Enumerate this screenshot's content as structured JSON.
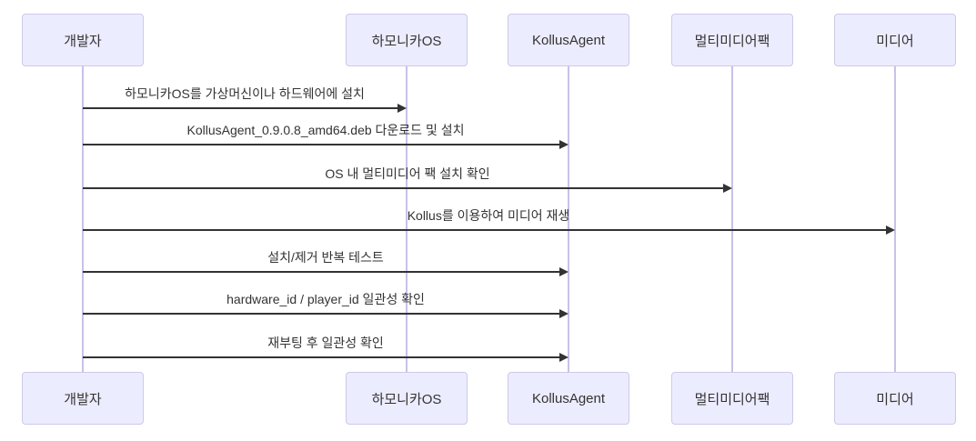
{
  "diagram": {
    "type": "sequence-diagram",
    "background": "#FFFFFF",
    "colors": {
      "actor_fill": "#ECECFF",
      "actor_border": "#CDC9E8",
      "lifeline": "#C8C2E8",
      "arrow": "#333333",
      "text": "#333333"
    },
    "actors": [
      {
        "label": "개발자"
      },
      {
        "label": "하모니카OS"
      },
      {
        "label": "KollusAgent"
      },
      {
        "label": "멀티미디어팩"
      },
      {
        "label": "미디어"
      }
    ],
    "messages": [
      {
        "from": "개발자",
        "to": "하모니카OS",
        "label": "하모니카OS를 가상머신이나 하드웨어에 설치",
        "arrow": "solid-filled"
      },
      {
        "from": "개발자",
        "to": "KollusAgent",
        "label": "KollusAgent_0.9.0.8_amd64.deb 다운로드 및 설치",
        "arrow": "solid-filled"
      },
      {
        "from": "개발자",
        "to": "멀티미디어팩",
        "label": "OS 내 멀티미디어 팩 설치 확인",
        "arrow": "solid-filled"
      },
      {
        "from": "개발자",
        "to": "미디어",
        "label": "Kollus를 이용하여 미디어 재생",
        "arrow": "solid-filled"
      },
      {
        "from": "개발자",
        "to": "KollusAgent",
        "label": "설치/제거 반복 테스트",
        "arrow": "solid-filled"
      },
      {
        "from": "개발자",
        "to": "KollusAgent",
        "label": "hardware_id / player_id 일관성 확인",
        "arrow": "solid-filled"
      },
      {
        "from": "개발자",
        "to": "KollusAgent",
        "label": "재부팅 후 일관성 확인",
        "arrow": "solid-filled"
      }
    ]
  }
}
